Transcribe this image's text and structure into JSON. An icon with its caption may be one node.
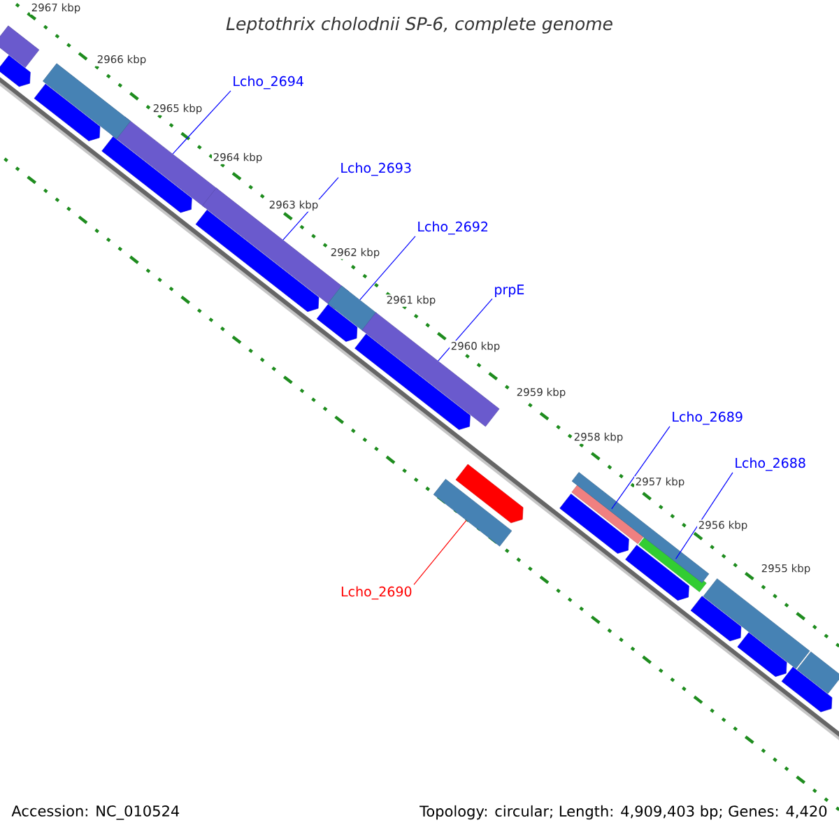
{
  "diagram": {
    "title": "Leptothrix cholodnii SP-6, complete genome",
    "nodes": [
      {
        "text": [
          "Lcho_2694"
        ]
      },
      {
        "text": [],
        "shape": "bar"
      },
      {
        "text": [
          "Lcho_2693"
        ]
      },
      {
        "text": [],
        "shape": "bar"
      },
      {
        "text": [
          "Lcho_2692"
        ]
      },
      {
        "text": [],
        "shape": "bar"
      },
      {
        "text": [
          "prpE"
        ]
      },
      {
        "text": [],
        "shape": "bar"
      },
      {
        "text": [
          "Lcho_2689"
        ]
      },
      {
        "text": [],
        "shape": "bar"
      },
      {
        "text": [
          "Lcho_2688"
        ]
      },
      {
        "text": [],
        "shape": "bar"
      },
      {
        "text": [
          "Lcho_2690"
        ]
      },
      {
        "text": [],
        "shape": "bar"
      },
      {
        "text": [],
        "shape": "bar"
      },
      {
        "text": [],
        "shape": "bar"
      },
      {
        "text": [],
        "shape": "bar"
      },
      {
        "text": [],
        "shape": "bar"
      },
      {
        "text": [],
        "shape": "bar"
      },
      {
        "text": [],
        "shape": "bar"
      },
      {
        "text": [],
        "shape": "bar"
      },
      {
        "text": [],
        "shape": "bar"
      },
      {
        "text": [],
        "shape": "bar"
      },
      {
        "text": [],
        "shape": "bar"
      },
      {
        "text": [],
        "shape": "bar"
      },
      {
        "text": [],
        "shape": "bar"
      },
      {
        "text": [],
        "shape": "bar"
      },
      {
        "text": [],
        "shape": "bar"
      },
      {
        "text": [],
        "shape": "bar"
      },
      {
        "text": [],
        "shape": "bar"
      },
      {
        "text": [],
        "shape": "bar"
      }
    ],
    "edges": [
      {
        "from": 0,
        "to": 1,
        "arrow": "none"
      },
      {
        "from": 2,
        "to": 3,
        "arrow": "none"
      },
      {
        "from": 4,
        "to": 5,
        "arrow": "none"
      },
      {
        "from": 6,
        "to": 7,
        "arrow": "none"
      },
      {
        "from": 8,
        "to": 9,
        "arrow": "none"
      },
      {
        "from": 10,
        "to": 11,
        "arrow": "none"
      },
      {
        "from": 12,
        "to": 13,
        "arrow": "none",
        "color": "#ff0000"
      }
    ],
    "labels": [
      "2967 kbp",
      "2966 kbp",
      "2965 kbp",
      "2964 kbp",
      "2963 kbp",
      "2962 kbp",
      "2961 kbp",
      "2960 kbp",
      "2959 kbp",
      "2958 kbp",
      "2957 kbp",
      "2956 kbp",
      "2955 kbp",
      "Accession: NC_010524",
      "Topology: circular; Length: 4,909,403 bp; Genes: 4,420"
    ]
  }
}
